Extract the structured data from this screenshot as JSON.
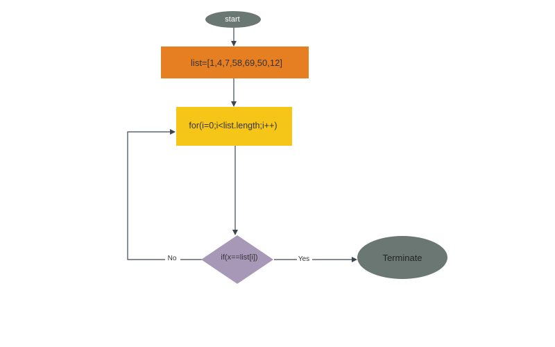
{
  "diagram": {
    "nodes": {
      "start": {
        "label": "start",
        "shape": "ellipse",
        "color": "#6b7773"
      },
      "init": {
        "label": "list=[1,4,7,58,69,50,12]",
        "shape": "rectangle",
        "color": "#e67e22"
      },
      "loop": {
        "label": "for(i=0;i<list.length;i++)",
        "shape": "rectangle",
        "color": "#f5c518"
      },
      "decision": {
        "label": "if(x==list[i])",
        "shape": "diamond",
        "color": "#a898b8"
      },
      "terminate": {
        "label": "Terminate",
        "shape": "ellipse",
        "color": "#6b7773"
      }
    },
    "edges": {
      "no": {
        "label": "No",
        "from": "decision",
        "to": "loop"
      },
      "yes": {
        "label": "Yes",
        "from": "decision",
        "to": "terminate"
      }
    },
    "line_color": "#3d4550"
  }
}
